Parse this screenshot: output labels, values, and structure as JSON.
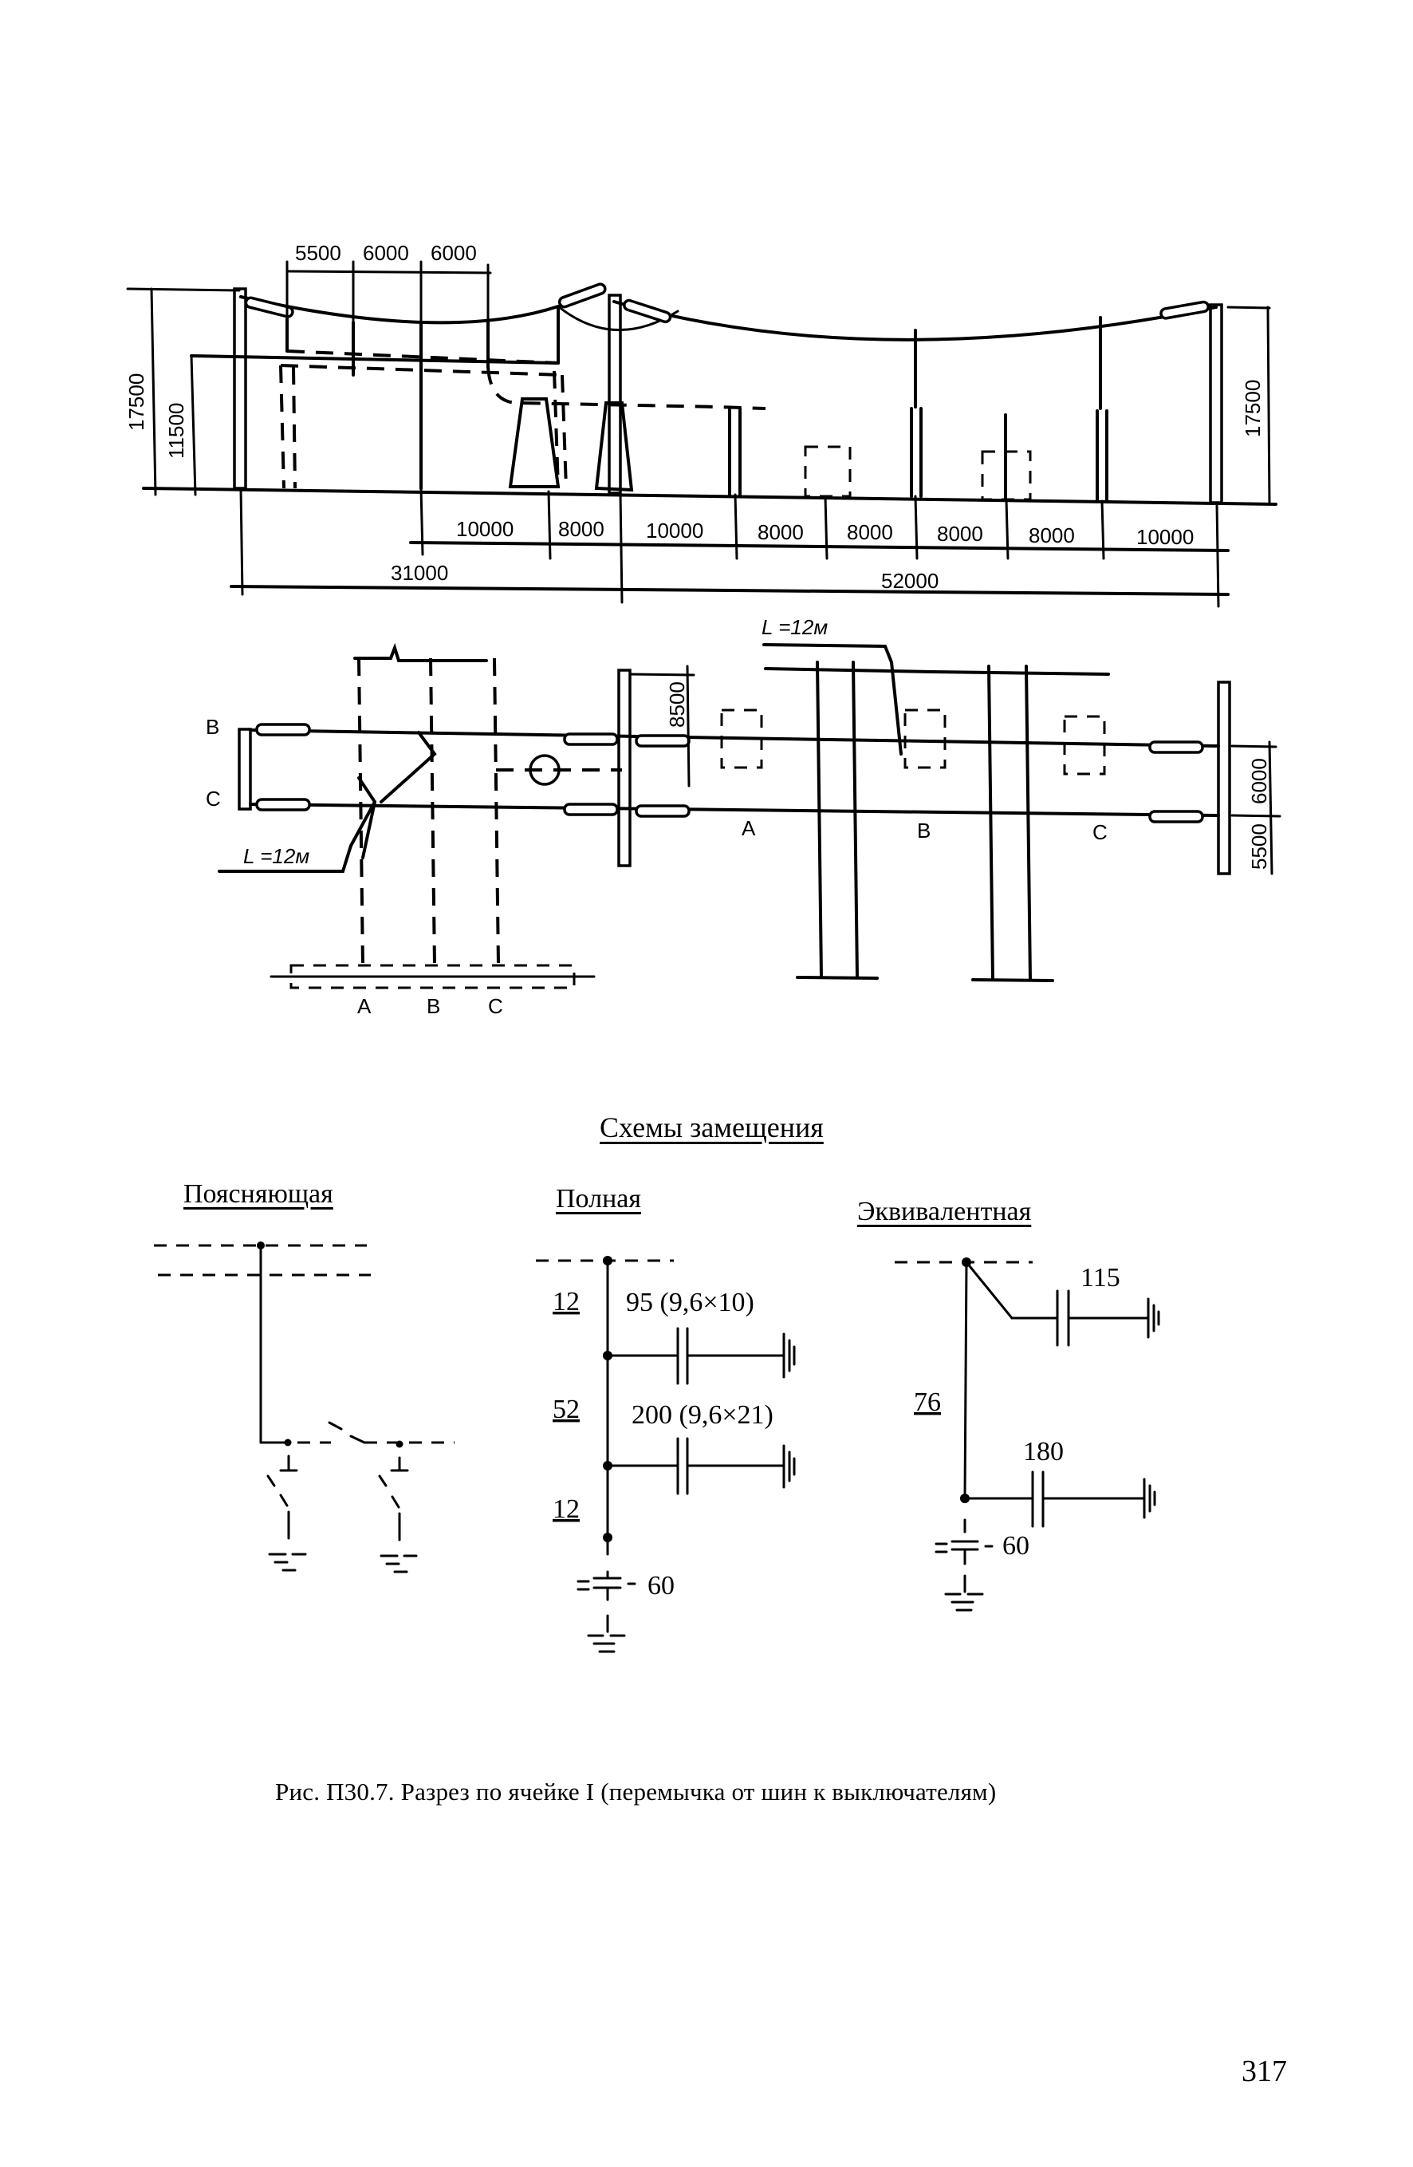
{
  "elevation": {
    "top_dims": [
      "5500",
      "6000",
      "6000"
    ],
    "left_heights": [
      "17500",
      "11500"
    ],
    "right_height": "17500",
    "bay_dims": [
      "10000",
      "8000",
      "10000",
      "8000",
      "8000",
      "8000",
      "8000",
      "10000"
    ],
    "overall_dims": [
      "31000",
      "52000"
    ]
  },
  "plan": {
    "phase_left": [
      "B",
      "C"
    ],
    "wire_length_left": "L =12м",
    "wire_length_top": "L =12м",
    "bus_phases": [
      "A",
      "B",
      "C"
    ],
    "bay_phases": [
      "A",
      "B",
      "C"
    ],
    "dim_8500": "8500",
    "dim_6000": "6000",
    "dim_5500": "5500"
  },
  "schemes": {
    "title": "Схемы замещения",
    "explanatory": {
      "title": "Поясняющая"
    },
    "full": {
      "title": "Полная",
      "segments": [
        "12",
        "52",
        "12"
      ],
      "capacitors": [
        "95 (9,6×10)",
        "200 (9,6×21)"
      ],
      "ground_cap": "60"
    },
    "equivalent": {
      "title": "Эквивалентная",
      "segment": "76",
      "capacitors": [
        "115",
        "180"
      ],
      "ground_cap": "60"
    }
  },
  "caption": "Рис. П30.7. Разрез по ячейке I (перемычка от шин к выключателям)",
  "page_number": "317"
}
